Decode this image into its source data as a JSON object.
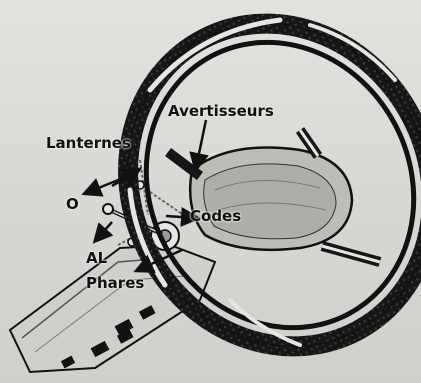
{
  "figure": {
    "callouts": {
      "avertisseurs": "Avertisseurs",
      "lanternes": "Lanternes",
      "off_position": "O",
      "codes": "Codes",
      "al": "AL",
      "phares": "Phares"
    }
  },
  "colors": {
    "ink": "#111111",
    "paper": "#dcdcd9",
    "rim_dark": "#161616",
    "rim_light": "#e6e6e3",
    "pad": "#bdbdb8"
  },
  "icons": [
    "steering-wheel",
    "horn-pad",
    "light-switch-stalk",
    "steering-column",
    "arrow"
  ]
}
